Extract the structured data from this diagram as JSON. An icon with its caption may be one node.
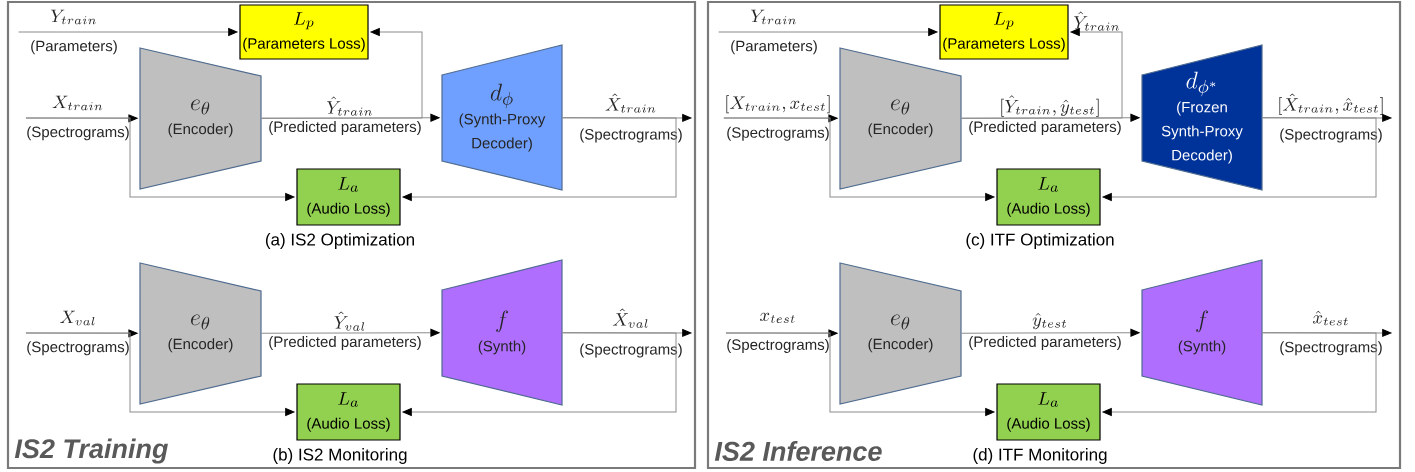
{
  "diagram": {
    "nodes": [
      {
        "text": [
          "IS2 Training"
        ]
      },
      {
        "text": [
          "Y_{train}",
          "(Parameters)"
        ],
        "in": 0
      },
      {
        "text": [
          "L_p",
          "(Parameters Loss)"
        ],
        "in": 0
      },
      {
        "text": [
          "X_{train}",
          "(Spectrograms)"
        ],
        "in": 0
      },
      {
        "text": [
          "e_\\theta",
          "(Encoder)"
        ],
        "in": 0
      },
      {
        "text": [
          "d_{\\phi}",
          "(Synth-Proxy Decoder)"
        ],
        "in": 0
      },
      {
        "text": [
          "\\hat{X}_{train}",
          "(Spectrograms)"
        ],
        "in": 0
      },
      {
        "text": [
          "L_a",
          "(Audio Loss)"
        ],
        "in": 0
      },
      {
        "text": [
          "X_{val}",
          "(Spectrograms)"
        ],
        "in": 0
      },
      {
        "text": [
          "e_\\theta",
          "(Encoder)"
        ],
        "in": 0
      },
      {
        "text": [
          "f",
          "(Synth)"
        ],
        "in": 0
      },
      {
        "text": [
          "\\hat{X}_{val}",
          "(Spectrograms)"
        ],
        "in": 0
      },
      {
        "text": [
          "L_a",
          "(Audio Loss)"
        ],
        "in": 0
      },
      {
        "text": [
          "IS2 Inference"
        ]
      },
      {
        "text": [
          "Y_{train}",
          "(Parameters)"
        ],
        "in": 13
      },
      {
        "text": [
          "L_p",
          "(Parameters Loss)"
        ],
        "in": 13
      },
      {
        "text": [
          "[X_{train}, x_{test}]",
          "(Spectrograms)"
        ],
        "in": 13
      },
      {
        "text": [
          "e_\\theta",
          "(Encoder)"
        ],
        "in": 13
      },
      {
        "text": [
          "d_{\\phi^{*}}",
          "(Frozen Synth-Proxy Decoder)"
        ],
        "in": 13
      },
      {
        "text": [
          "[\\hat{X}_{train}, \\hat{x}_{test}]",
          "(Spectrograms)"
        ],
        "in": 13
      },
      {
        "text": [
          "L_a",
          "(Audio Loss)"
        ],
        "in": 13
      },
      {
        "text": [
          "x_{test}",
          "(Spectrograms)"
        ],
        "in": 13
      },
      {
        "text": [
          "e_\\theta",
          "(Encoder)"
        ],
        "in": 13
      },
      {
        "text": [
          "f",
          "(Synth)"
        ],
        "in": 13
      },
      {
        "text": [
          "\\hat{x}_{test}",
          "(Spectrograms)"
        ],
        "in": 13
      },
      {
        "text": [
          "L_a",
          "(Audio Loss)"
        ],
        "in": 13
      }
    ],
    "edges": [
      {
        "from": 1,
        "to": 2,
        "arrow": "to"
      },
      {
        "from": 3,
        "to": 4,
        "arrow": "to"
      },
      {
        "from": 3,
        "to": 7,
        "arrow": "to"
      },
      {
        "from": 4,
        "to": 5,
        "arrow": "to",
        "label": "\\hat{Y}_{train}"
      },
      {
        "from": 4,
        "to": 2,
        "arrow": "to"
      },
      {
        "from": 5,
        "to": 6,
        "arrow": "to"
      },
      {
        "from": 5,
        "to": 7,
        "arrow": "to"
      },
      {
        "from": 8,
        "to": 9,
        "arrow": "to"
      },
      {
        "from": 8,
        "to": 12,
        "arrow": "to"
      },
      {
        "from": 9,
        "to": 10,
        "arrow": "to",
        "label": "\\hat{Y}_{val}"
      },
      {
        "from": 10,
        "to": 11,
        "arrow": "to"
      },
      {
        "from": 10,
        "to": 12,
        "arrow": "to"
      },
      {
        "from": 14,
        "to": 15,
        "arrow": "to"
      },
      {
        "from": 16,
        "to": 17,
        "arrow": "to"
      },
      {
        "from": 16,
        "to": 20,
        "arrow": "to"
      },
      {
        "from": 17,
        "to": 18,
        "arrow": "to",
        "label": "[\\hat{Y}_{train}, \\hat{y}_{test}]"
      },
      {
        "from": 17,
        "to": 15,
        "arrow": "to",
        "label": "\\hat{Y}_{train}"
      },
      {
        "from": 18,
        "to": 19,
        "arrow": "to"
      },
      {
        "from": 18,
        "to": 20,
        "arrow": "to"
      },
      {
        "from": 21,
        "to": 22,
        "arrow": "to"
      },
      {
        "from": 21,
        "to": 25,
        "arrow": "to"
      },
      {
        "from": 22,
        "to": 23,
        "arrow": "to",
        "label": "\\hat{y}_{test}"
      },
      {
        "from": 23,
        "to": 24,
        "arrow": "to"
      },
      {
        "from": 23,
        "to": 25,
        "arrow": "to"
      }
    ],
    "labels": [
      "(Predicted parameters)",
      "(a) IS2 Optimization",
      "(Predicted parameters)",
      "(b) IS2 Monitoring",
      "(Predicted parameters)",
      "(c) ITF Optimization",
      "(Predicted parameters)",
      "(d) ITF Monitoring"
    ]
  }
}
